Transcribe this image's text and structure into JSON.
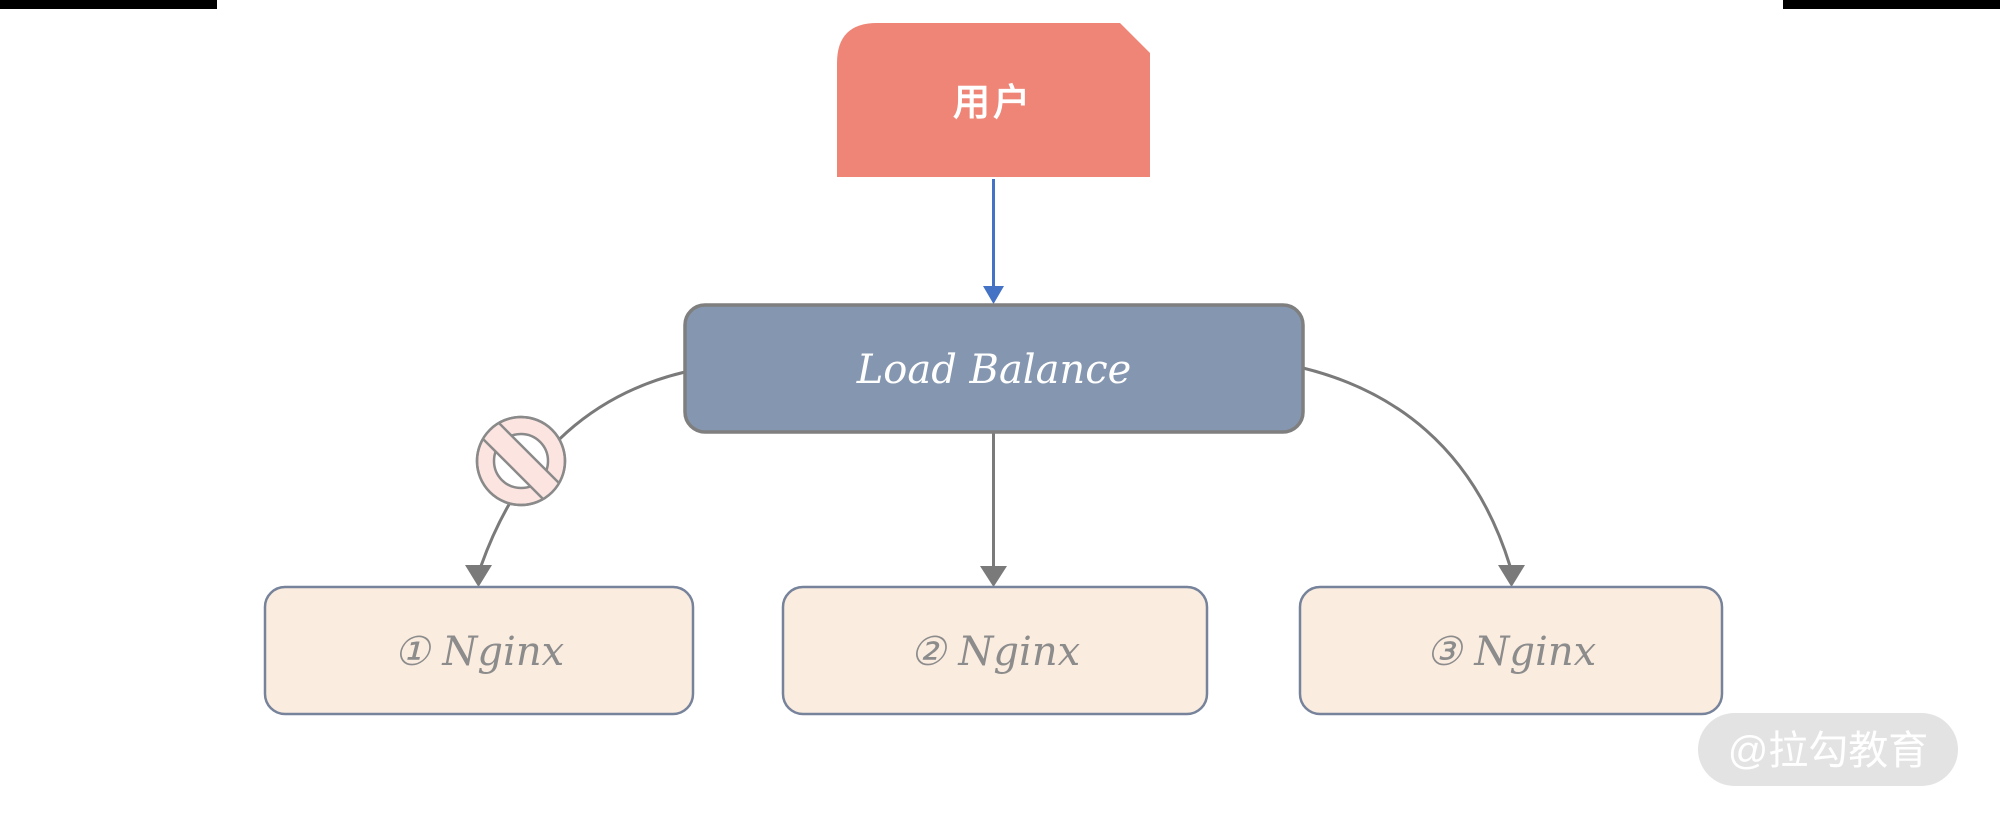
{
  "decor": {
    "top_left_bar_color": "#000000",
    "top_right_bar_color": "#000000"
  },
  "nodes": {
    "user": {
      "label": "用户",
      "fill": "#ee8577",
      "text_color": "#ffffff",
      "shape": "card-snipped-corner"
    },
    "load_balance": {
      "label": "Load Balance",
      "fill": "#8597b0",
      "border_color": "#7f7f7f",
      "text_color": "#ffffff",
      "shape": "rounded-rect"
    },
    "nginx1": {
      "label": "① Nginx",
      "fill": "#fbece0",
      "border_color": "#76839b",
      "text_color": "#8c8c8c",
      "shape": "rounded-rect"
    },
    "nginx2": {
      "label": "② Nginx",
      "fill": "#fbece0",
      "border_color": "#76839b",
      "text_color": "#8c8c8c",
      "shape": "rounded-rect"
    },
    "nginx3": {
      "label": "③ Nginx",
      "fill": "#fbece0",
      "border_color": "#76839b",
      "text_color": "#8c8c8c",
      "shape": "rounded-rect"
    }
  },
  "edges": [
    {
      "from": "user",
      "to": "load_balance",
      "style": "straight-arrow",
      "color": "#4472c4"
    },
    {
      "from": "load_balance",
      "to": "nginx1",
      "style": "curved-arrow",
      "color": "#7a7a7a",
      "blocked": true
    },
    {
      "from": "load_balance",
      "to": "nginx2",
      "style": "straight-arrow",
      "color": "#7a7a7a",
      "blocked": false
    },
    {
      "from": "load_balance",
      "to": "nginx3",
      "style": "curved-arrow",
      "color": "#7a7a7a",
      "blocked": false
    }
  ],
  "prohibition_icon": {
    "meaning": "blocked / no entry",
    "fill": "#fce4e1",
    "stroke": "#8a8a8a"
  },
  "watermark": {
    "label": "@拉勾教育",
    "fill": "#e3e3e3",
    "text_color": "#ffffff"
  }
}
